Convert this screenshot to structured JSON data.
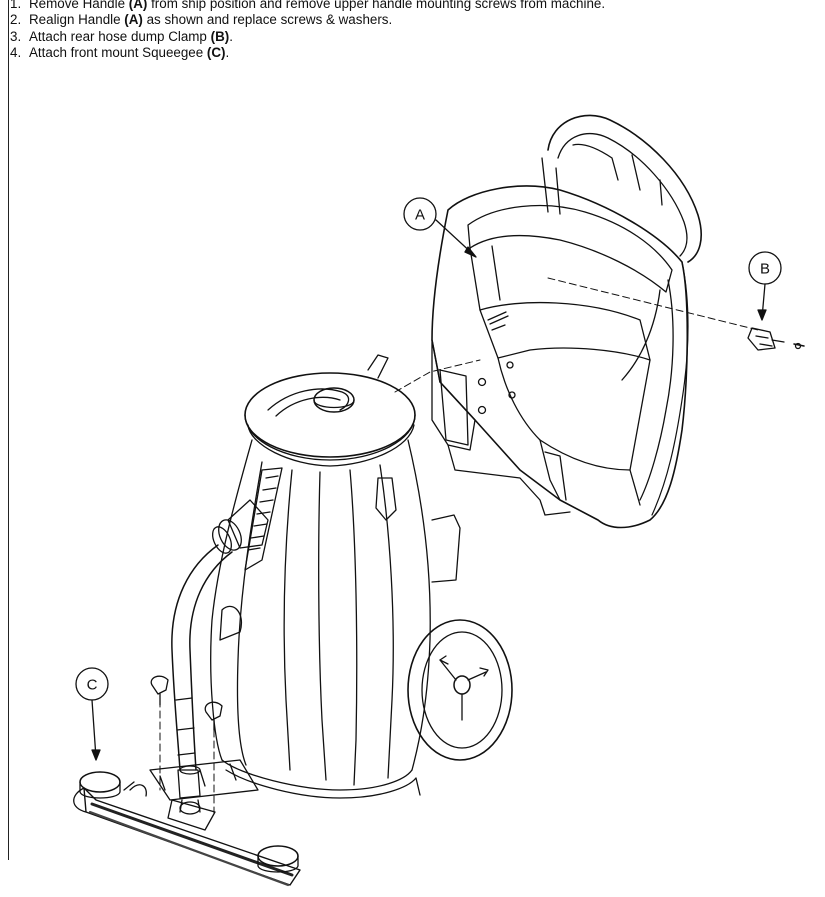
{
  "instructions": {
    "steps": [
      {
        "num": "1.",
        "before": "Remove Handle ",
        "bold": "(A)",
        "after": " from ship position and remove upper handle mounting screws from machine."
      },
      {
        "num": "2.",
        "before": "Realign Handle ",
        "bold": "(A)",
        "after": " as shown and replace screws & washers."
      },
      {
        "num": "3.",
        "before": "Attach rear hose dump Clamp ",
        "bold": "(B)",
        "after": "."
      },
      {
        "num": "4.",
        "before": "Attach front mount Squeegee ",
        "bold": "(C)",
        "after": "."
      }
    ]
  },
  "callouts": {
    "a": "A",
    "b": "B",
    "c": "C"
  }
}
